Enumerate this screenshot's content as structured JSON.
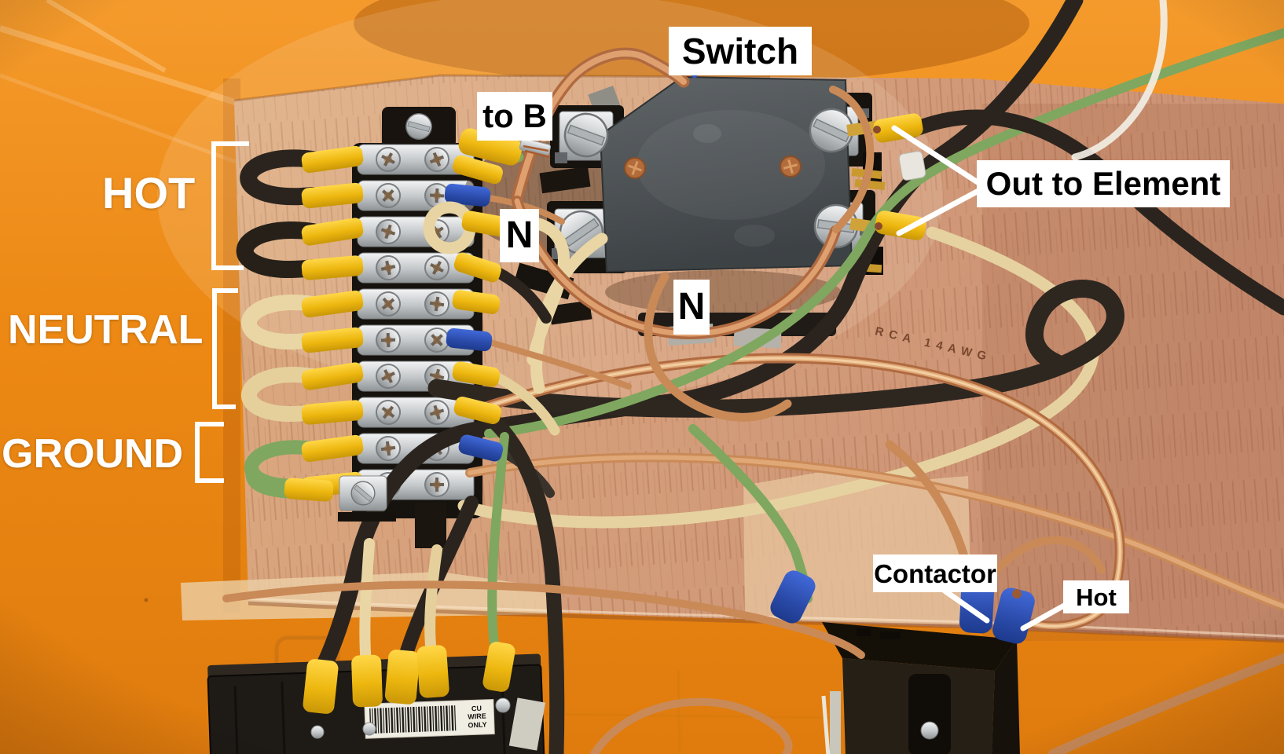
{
  "annotations": {
    "switch": "Switch",
    "to_b": "to B",
    "n_switch": "N",
    "n_mid": "N",
    "out_to_element": "Out to Element",
    "hot_group": "HOT",
    "neutral_group": "NEUTRAL",
    "ground_group": "GROUND",
    "contactor": "Contactor",
    "hot_wire": "Hot"
  },
  "markings": {
    "wire_print": "RCA  14AWG",
    "breaker_marking": "CU\nWIRE\nONLY"
  },
  "colors": {
    "enclosure_orange": "#ec8813",
    "wood_board": "#d49d7a",
    "hot_wire_black": "#2b241e",
    "neutral_wire_cream": "#e9d6a4",
    "ground_wire_green": "#7fa75f",
    "copper_wire": "#c98a58",
    "crimp_yellow": "#edb70f",
    "crimp_blue": "#2a4aa8",
    "label_background": "#ffffff",
    "label_text": "#000000"
  }
}
